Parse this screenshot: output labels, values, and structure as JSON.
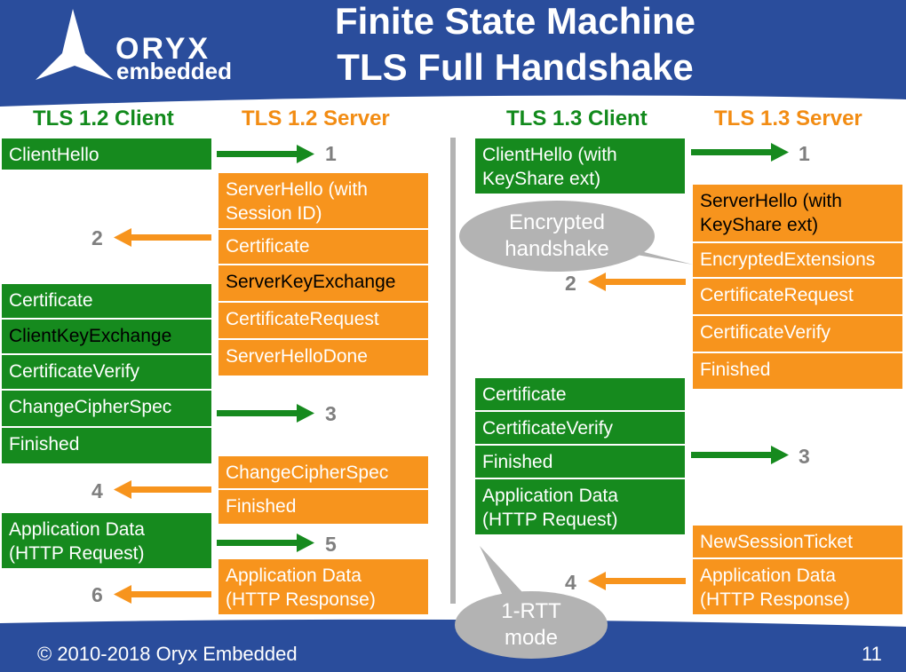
{
  "header": {
    "title_line1": "Finite State Machine",
    "title_line2": "TLS Full Handshake",
    "logo_word1": "ORYX",
    "logo_word2": "embedded"
  },
  "columns": {
    "tls12_client": "TLS 1.2 Client",
    "tls12_server": "TLS 1.2 Server",
    "tls13_client": "TLS 1.3 Client",
    "tls13_server": "TLS 1.3 Server"
  },
  "tls12": {
    "client_hello": "ClientHello",
    "server_hello": "ServerHello (with Session ID)",
    "certificate_srv": "Certificate",
    "server_key_exchange": "ServerKeyExchange",
    "certificate_request": "CertificateRequest",
    "server_hello_done": "ServerHelloDone",
    "certificate_cli": "Certificate",
    "client_key_exchange": "ClientKeyExchange",
    "certificate_verify": "CertificateVerify",
    "change_cipher_spec_cli": "ChangeCipherSpec",
    "finished_cli": "Finished",
    "change_cipher_spec_srv": "ChangeCipherSpec",
    "finished_srv": "Finished",
    "app_data_req": "Application Data (HTTP Request)",
    "app_data_resp": "Application Data (HTTP Response)"
  },
  "tls13": {
    "client_hello": "ClientHello (with KeyShare ext)",
    "server_hello": "ServerHello (with KeyShare ext)",
    "encrypted_extensions": "EncryptedExtensions",
    "certificate_request": "CertificateRequest",
    "certificate_verify_srv": "CertificateVerify",
    "finished_srv": "Finished",
    "certificate_cli": "Certificate",
    "certificate_verify_cli": "CertificateVerify",
    "finished_cli": "Finished",
    "app_data_req": "Application Data (HTTP Request)",
    "new_session_ticket": "NewSessionTicket",
    "app_data_resp": "Application Data (HTTP Response)"
  },
  "steps": {
    "tls12": [
      "1",
      "2",
      "3",
      "4",
      "5",
      "6"
    ],
    "tls13": [
      "1",
      "2",
      "3",
      "4"
    ]
  },
  "callouts": {
    "encrypted_handshake_line1": "Encrypted",
    "encrypted_handshake_line2": "handshake",
    "rtt_line1": "1-RTT",
    "rtt_line2": "mode"
  },
  "footer": {
    "copyright": "© 2010-2018 Oryx Embedded",
    "page_number": "11"
  },
  "colors": {
    "banner_blue": "#2a4d9c",
    "client_green": "#168a1e",
    "server_orange": "#f7941d",
    "arrow_gray": "#b3b3b3"
  }
}
